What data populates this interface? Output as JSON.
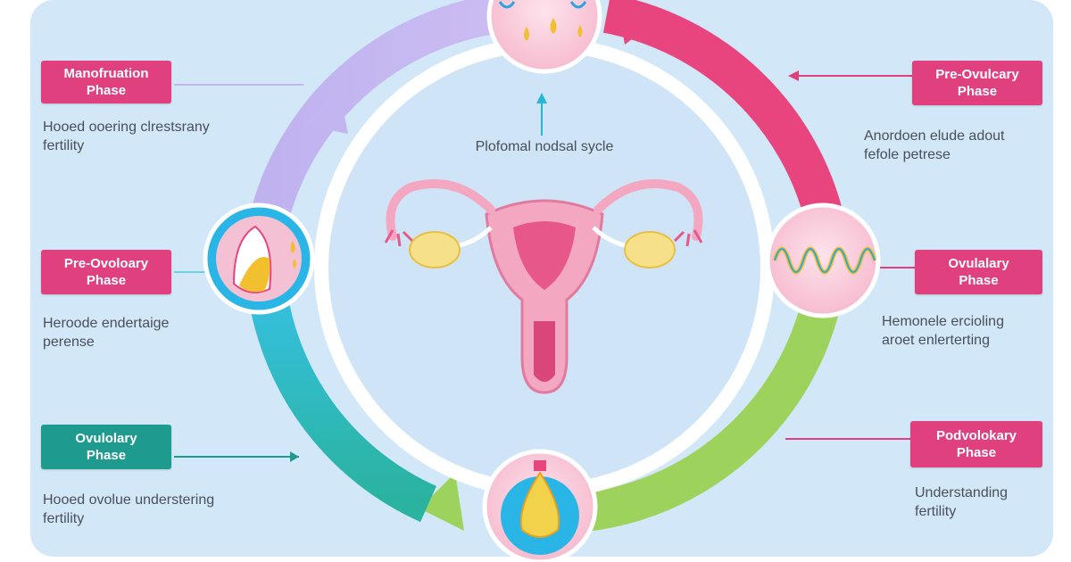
{
  "diagram": {
    "center_label": "Plofomal nodsal sycle",
    "phases": [
      {
        "id": "top-left",
        "title_line1": "Manofruation",
        "title_line2": "Phase",
        "description_line1": "Hooed ooering clrestsrany",
        "description_line2": "fertility",
        "color": "#e0407e"
      },
      {
        "id": "mid-left",
        "title_line1": "Pre-Ovoloary",
        "title_line2": "Phase",
        "description_line1": "Heroode endertaige",
        "description_line2": "perense",
        "color": "#e0407e"
      },
      {
        "id": "bottom-left",
        "title_line1": "Ovulolary",
        "title_line2": "Phase",
        "description_line1": "Hooed ovolue understering",
        "description_line2": "fertility",
        "color": "#1f9a8e"
      },
      {
        "id": "top-right",
        "title_line1": "Pre-Ovulcary",
        "title_line2": "Phase",
        "description_line1": "Anordoen elude adout",
        "description_line2": "fefole petrese",
        "color": "#e0407e"
      },
      {
        "id": "mid-right",
        "title_line1": "Ovulalary",
        "title_line2": "Phase",
        "description_line1": "Hemonele ercioling",
        "description_line2": "aroet enlerterting",
        "color": "#e0407e"
      },
      {
        "id": "bottom-right",
        "title_line1": "Podvolokary",
        "title_line2": "Phase",
        "description_line1": "Understanding",
        "description_line2": "fertility",
        "color": "#e0407e"
      }
    ],
    "ring_colors": {
      "lavender": "#c3b6f0",
      "pink": "#e8457f",
      "green": "#9dd35c",
      "teal": "#36bfae",
      "panel": "#d2e8f8",
      "inner_circle": "#ffffff",
      "center_disc": "#cfe5f7"
    },
    "icons": [
      "droplets-node-icon",
      "waveform-node-icon",
      "follicle-node-icon",
      "egg-node-icon",
      "uterus-icon"
    ]
  }
}
